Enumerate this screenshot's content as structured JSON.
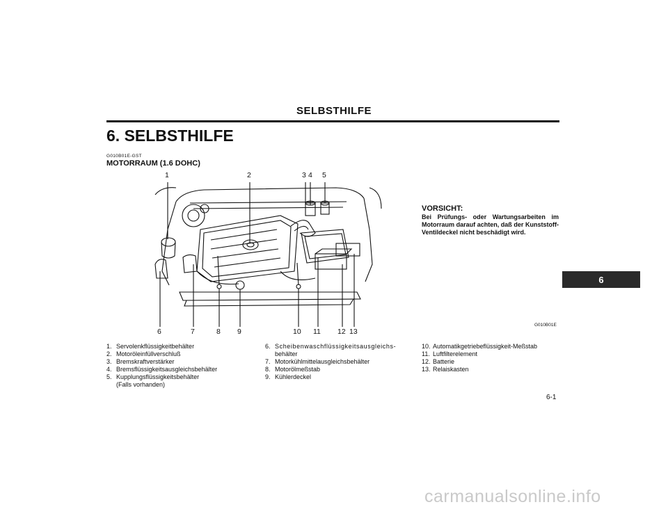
{
  "header": {
    "title": "SELBSTHILFE"
  },
  "chapter": {
    "title": "6. SELBSTHILFE"
  },
  "section": {
    "code": "G010B01E-GST",
    "heading": "MOTORRAUM (1.6 DOHC)"
  },
  "figure": {
    "code": "G010B01E",
    "callouts": [
      "1",
      "2",
      "3",
      "4",
      "5",
      "6",
      "7",
      "8",
      "9",
      "10",
      "11",
      "12",
      "13"
    ]
  },
  "caution": {
    "title": "VORSICHT:",
    "text": "Bei Prüfungs- oder Wartungsarbeiten im Motorraum darauf achten, daß der Kunststoff-Ventildeckel nicht beschädigt wird."
  },
  "legend": {
    "col1": [
      {
        "num": "1.",
        "text": "Servolenkflüssigkeitbehälter"
      },
      {
        "num": "2.",
        "text": "Motoröleinfüllverschluß"
      },
      {
        "num": "3.",
        "text": "Bremskraftverstärker"
      },
      {
        "num": "4.",
        "text": "Bremsflüssigkeitsausgleichsbehälter"
      },
      {
        "num": "5.",
        "text": "Kupplungsflüssigkeitsbehälter"
      },
      {
        "num": "",
        "text": "(Falls vorhanden)"
      }
    ],
    "col2": [
      {
        "num": "6.",
        "text": "Scheibenwaschflüssigkeitsausgleichs-"
      },
      {
        "num": "",
        "text": "behälter"
      },
      {
        "num": "7.",
        "text": "Motorkühlmittelausgleichsbehälter"
      },
      {
        "num": "8.",
        "text": "Motorölmeßstab"
      },
      {
        "num": "9.",
        "text": "Kühlerdeckel"
      }
    ],
    "col3": [
      {
        "num": "10.",
        "text": "Automatikgetriebeflüssigkeit-Meßstab"
      },
      {
        "num": "11.",
        "text": "Luftfilterelement"
      },
      {
        "num": "12.",
        "text": "Batterie"
      },
      {
        "num": "13.",
        "text": "Relaiskasten"
      }
    ]
  },
  "tab": {
    "label": "6"
  },
  "page": {
    "number": "6-1"
  },
  "watermark": {
    "text": "carmanualsonline.info"
  },
  "colors": {
    "ink": "#111111",
    "tab_bg": "#2a2a2a",
    "watermark": "#c9c9c9"
  }
}
